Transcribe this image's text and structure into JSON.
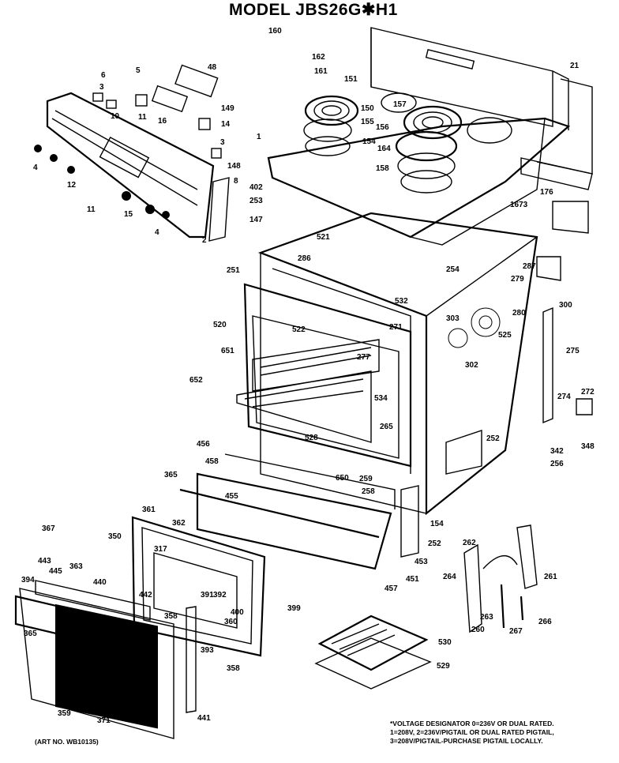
{
  "title": "MODEL JBS26G✱H1",
  "note_lines": [
    "*VOLTAGE DESIGNATOR 0=236V OR DUAL RATED.",
    "1=208V, 2=236V/PIGTAIL OR DUAL RATED PIGTAIL,",
    "3=208V/PIGTAIL-PURCHASE PIGTAIL LOCALLY."
  ],
  "art_no": "(ART NO. WB10135)",
  "part_labels": [
    "160",
    "162",
    "161",
    "6",
    "5",
    "48",
    "21",
    "151",
    "157",
    "150",
    "155",
    "156",
    "154",
    "164",
    "158",
    "1",
    "149",
    "14",
    "3",
    "11",
    "16",
    "10",
    "3",
    "4",
    "12",
    "148",
    "8",
    "402",
    "253",
    "11",
    "15",
    "4",
    "2",
    "147",
    "1673",
    "176",
    "521",
    "286",
    "254",
    "287",
    "279",
    "300",
    "251",
    "532",
    "280",
    "303",
    "525",
    "520",
    "522",
    "271",
    "651",
    "277",
    "275",
    "302",
    "652",
    "534",
    "274",
    "272",
    "528",
    "265",
    "342",
    "252",
    "256",
    "348",
    "456",
    "458",
    "650",
    "259",
    "258",
    "365",
    "455",
    "154",
    "361",
    "362",
    "252",
    "350",
    "367",
    "317",
    "262",
    "443",
    "445",
    "363",
    "440",
    "442",
    "394",
    "391",
    "392",
    "400",
    "399",
    "453",
    "451",
    "457",
    "530",
    "264",
    "261",
    "365",
    "358",
    "360",
    "263",
    "267",
    "260",
    "266",
    "393",
    "358",
    "529",
    "359",
    "371",
    "441"
  ]
}
